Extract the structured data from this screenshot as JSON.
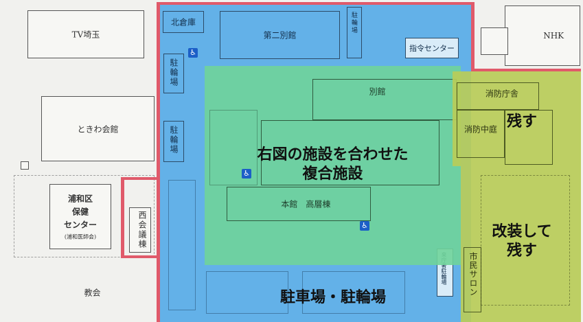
{
  "buildings": {
    "tv_saitama": "TV埼玉",
    "tokiwa_kaikan": "ときわ会館",
    "urawa_hoken": [
      "浦和区",
      "保健",
      "センター"
    ],
    "urawa_ishikai": "(浦和医師会)",
    "kyokai": "教会",
    "nishi_kaigi": [
      "西",
      "会",
      "議",
      "棟"
    ],
    "kitakura": "北倉庫",
    "daini_bekkan": "第二別館",
    "shirei": "指令センター",
    "bekkan": "別館",
    "honkan": "本館　高層棟",
    "shobo_chosha": "消防庁舎",
    "shobo_nakaniwa": "消防中庭",
    "nhk": "NHK",
    "churinjo_1": "駐輪場",
    "churinjo_2": "駐輪場",
    "churinjo_3": "駐輪場",
    "shimin_salon": "市民サロン",
    "raichosha": "来庁者駐輪場"
  },
  "overlays": {
    "center": [
      "右図の施設を合わせた",
      "複合施設"
    ],
    "parking": "駐車場・駐輪場",
    "keep": "残す",
    "renovate": [
      "改装して",
      "残す"
    ]
  },
  "colors": {
    "blue": "#4aa6e6",
    "green": "#6fd49a",
    "olive": "#b9cc58",
    "outline": "#e05a6a"
  }
}
